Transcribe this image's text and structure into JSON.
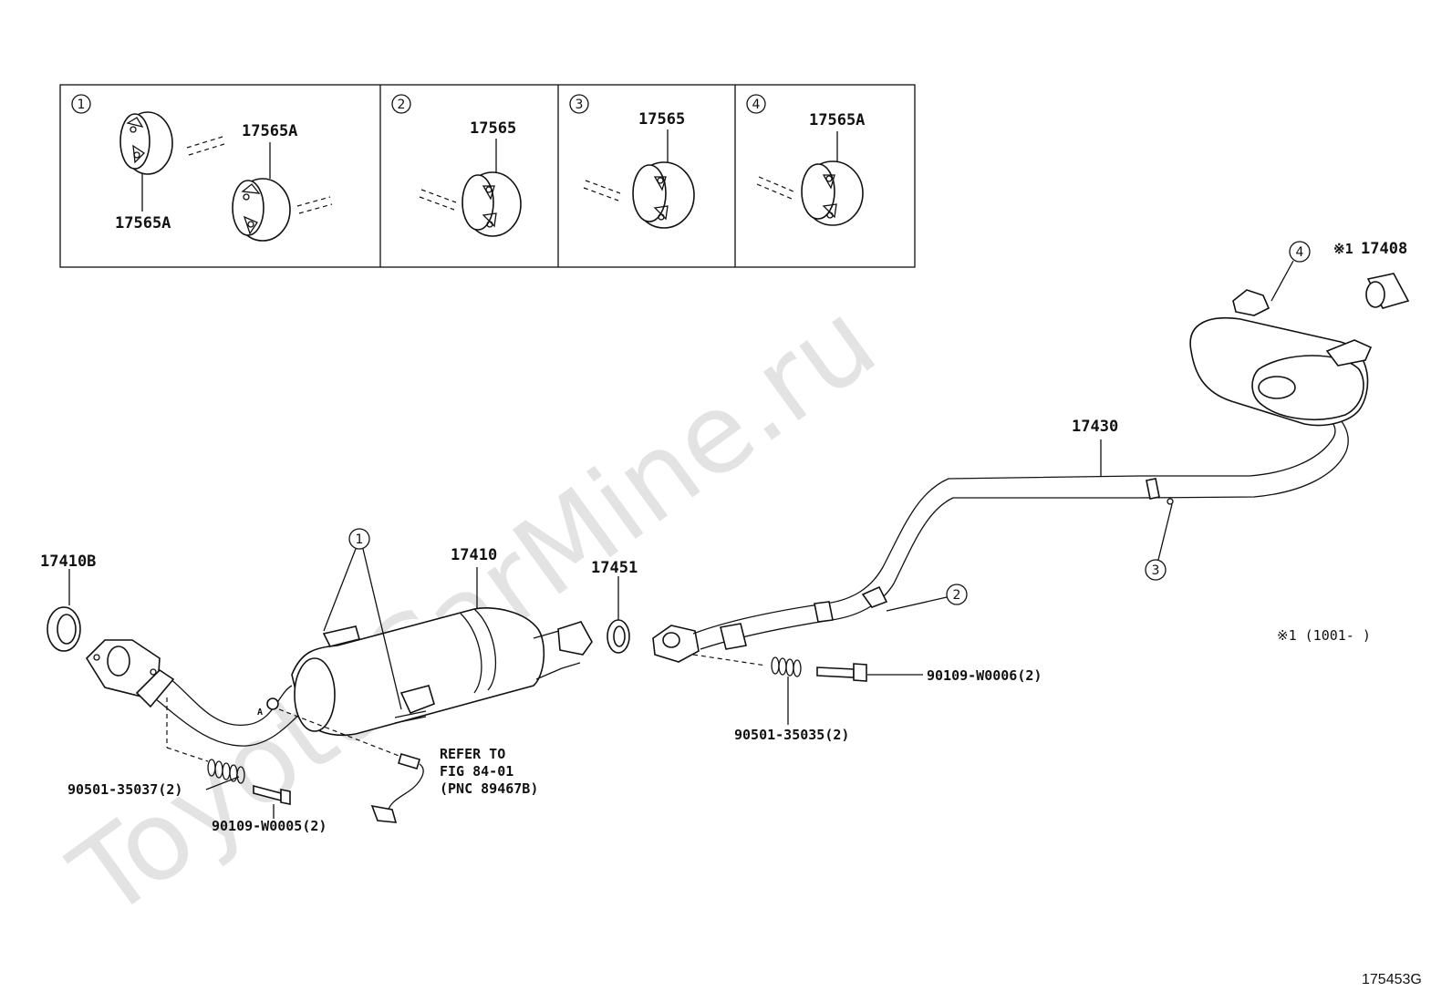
{
  "watermark": "ToyotaCarMine.ru",
  "figure_id": "175453G",
  "inset": {
    "panels": [
      {
        "num": "1",
        "labels": [
          "17565A",
          "17565A"
        ]
      },
      {
        "num": "2",
        "labels": [
          "17565"
        ]
      },
      {
        "num": "3",
        "labels": [
          "17565"
        ]
      },
      {
        "num": "4",
        "labels": [
          "17565A"
        ]
      }
    ]
  },
  "parts": {
    "p17410B": "17410B",
    "p17410": "17410",
    "p17451": "17451",
    "p17430": "17430",
    "p17408": "17408",
    "p17408_prefix": "※1",
    "p90501_35037": "90501-35037(2)",
    "p90109_W0005": "90109-W0005(2)",
    "p90501_35035": "90501-35035(2)",
    "p90109_W0006": "90109-W0006(2)",
    "refer_line1": "REFER TO",
    "refer_line2": "FIG 84-01",
    "refer_line3": "(PNC 89467B)",
    "note": "※1 (1001-    )"
  },
  "callouts": {
    "c1": "1",
    "c2": "2",
    "c3": "3",
    "c4": "4"
  }
}
